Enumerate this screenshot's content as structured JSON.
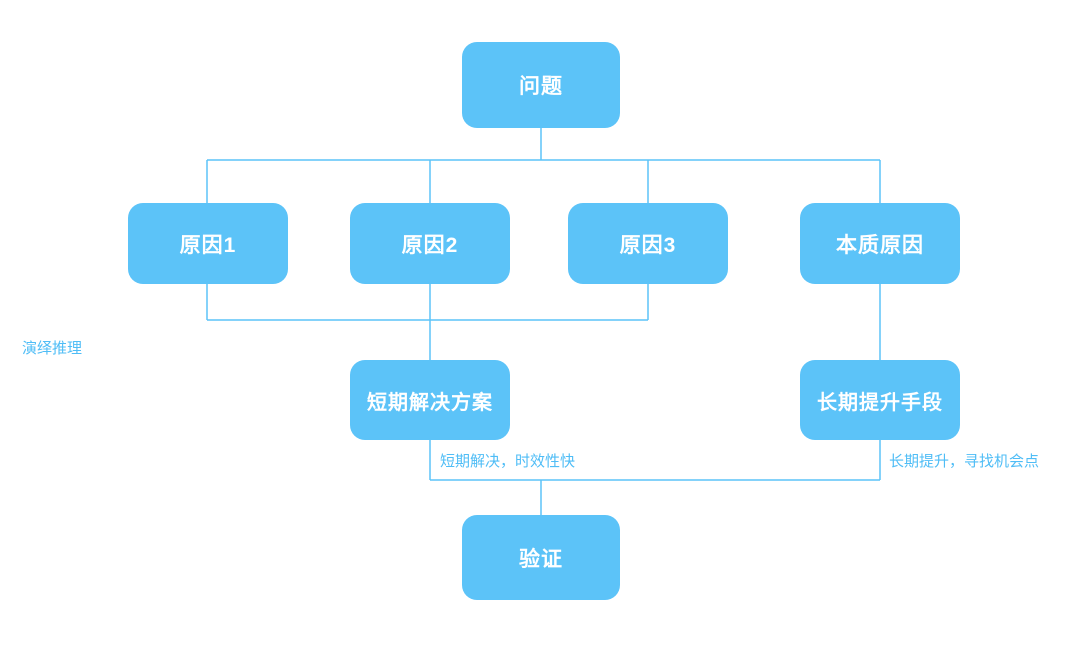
{
  "diagram": {
    "title": "problem-cause-solution-flowchart",
    "nodes": {
      "problem": "问题",
      "cause1": "原因1",
      "cause2": "原因2",
      "cause3": "原因3",
      "root_cause": "本质原因",
      "short_term_solution": "短期解决方案",
      "long_term_improvement": "长期提升手段",
      "verify": "验证"
    },
    "annotations": {
      "deductive_reasoning": "演绎推理",
      "short_term_note": "短期解决，时效性快",
      "long_term_note": "长期提升，寻找机会点"
    },
    "colors": {
      "node_fill": "#5cc3f8",
      "node_text": "#ffffff",
      "connector": "#5cc3f8",
      "annotation_text": "#4fbdf6",
      "background": "#ffffff"
    }
  }
}
